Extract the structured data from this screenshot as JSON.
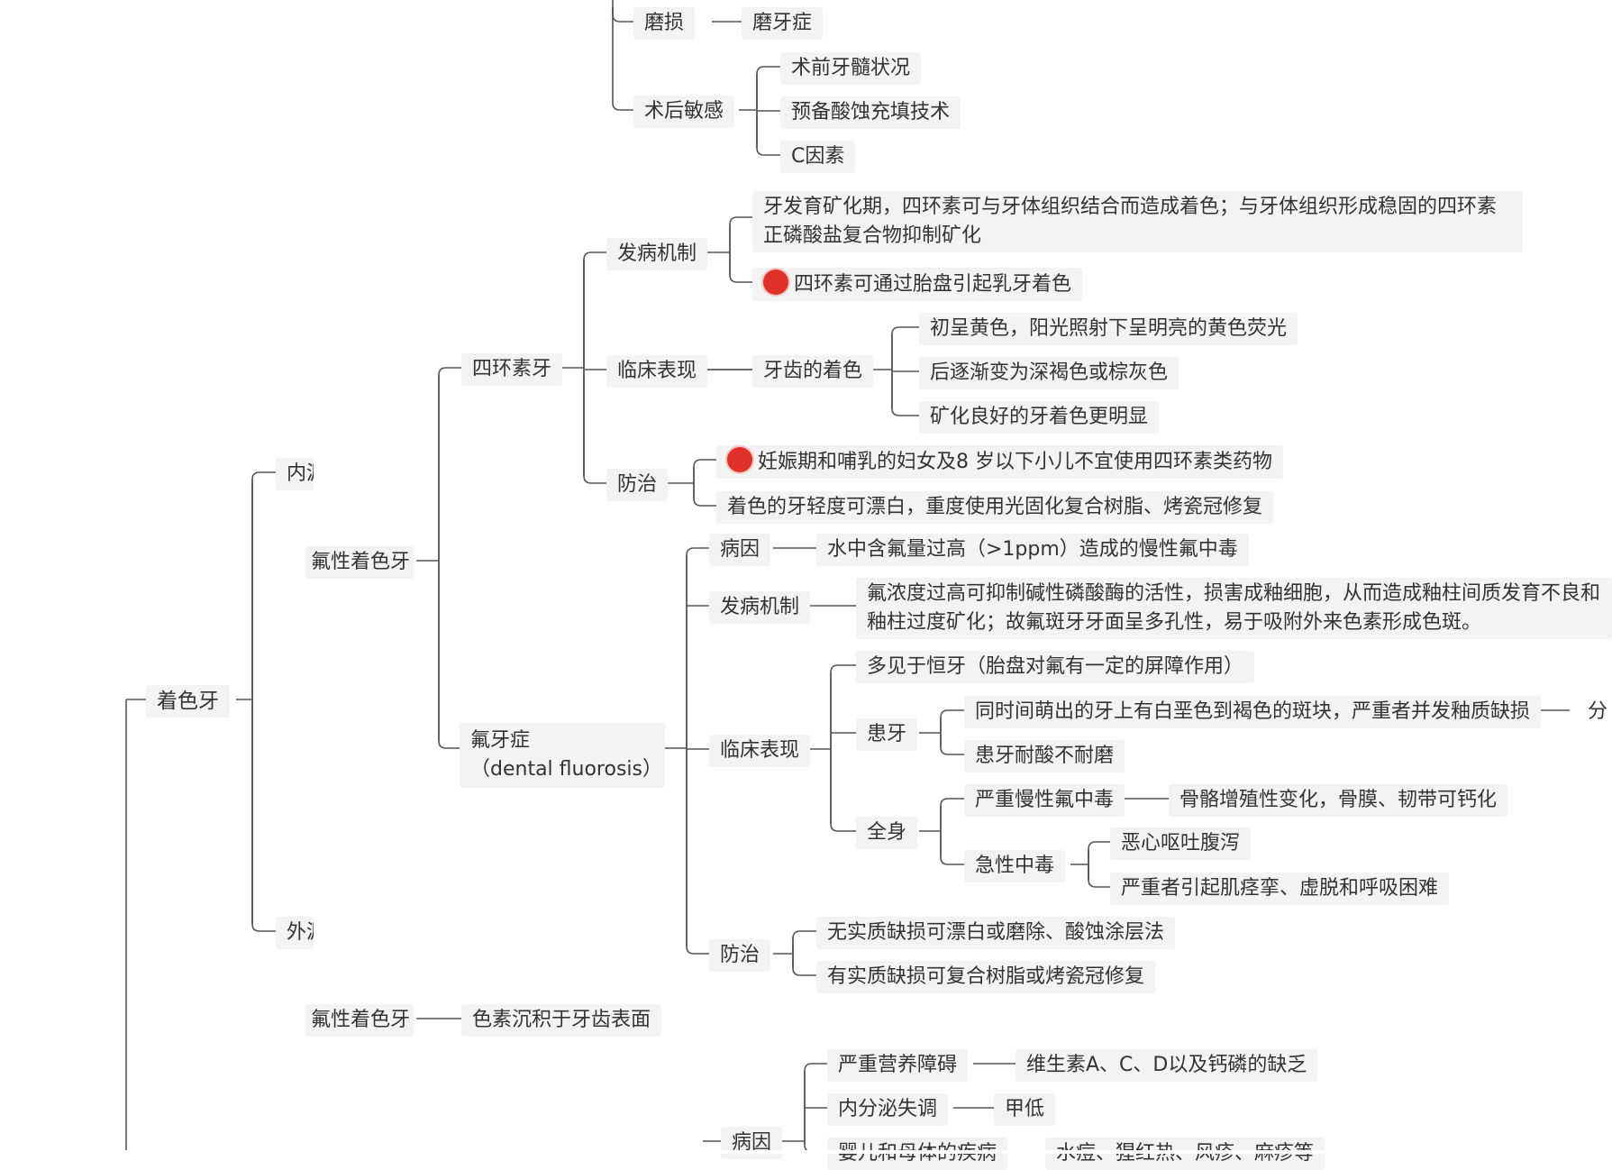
{
  "nodes": {
    "root": "着色牙",
    "nei": "内源",
    "wai": "外源",
    "nei_sub": "氟性着色牙",
    "wai_sub": "氟性着色牙",
    "wai_sub_leaf": "色素沉积于牙齿表面",
    "mosun": "磨损",
    "moyazheng": "磨牙症",
    "shuhou": "术后敏感",
    "shuqian": "术前牙髓状况",
    "yubei": "预备酸蚀充填技术",
    "cyinsu": "C因素",
    "sihuan": "四环素牙",
    "fabing1": "发病机制",
    "fabing1_text1": "牙发育矿化期，四环素可与牙体组织结合而造成着色；与牙体组织形成稳固的四环素正磷酸盐复合物抑制矿化",
    "fabing1_text2": "四环素可通过胎盘引起乳牙着色",
    "linchuang1": "临床表现",
    "yachi_zhuose": "牙齿的着色",
    "chucheng": "初呈黄色，阳光照射下呈明亮的黄色荧光",
    "houjian": "后逐渐变为深褐色或棕灰色",
    "kuanghua": "矿化良好的牙着色更明显",
    "fangzhi1": "防治",
    "fangzhi1_text1": "妊娠期和哺乳的妇女及8 岁以下小儿不宜使用四环素类药物",
    "fangzhi1_text2": "着色的牙轻度可漂白，重度使用光固化复合树脂、烤瓷冠修复",
    "fuyazheng_line1": "氟牙症",
    "fuyazheng_line2": "（dental fluorosis）",
    "bingyin2": "病因",
    "bingyin2_text": "水中含氟量过高（>1ppm）造成的慢性氟中毒",
    "fabing2": "发病机制",
    "fabing2_text": "氟浓度过高可抑制碱性磷酸酶的活性，损害成釉细胞，从而造成釉柱间质发育不良和釉柱过度矿化；故氟斑牙牙面呈多孔性，易于吸附外来色素形成色斑。",
    "linchuang2": "临床表现",
    "duojian": "多见于恒牙（胎盘对氟有一定的屏障作用）",
    "huanya": "患牙",
    "huanya_text1": "同时间萌出的牙上有白垩色到褐色的斑块，严重者并发釉质缺损",
    "huanya_text1_next": "分",
    "huanya_text2": "患牙耐酸不耐磨",
    "quanshen": "全身",
    "yanzhong": "严重慢性氟中毒",
    "yanzhong_text": "骨骼增殖性变化，骨膜、韧带可钙化",
    "jixing": "急性中毒",
    "exin": "恶心呕吐腹泻",
    "jiji_text": "严重者引起肌痉挛、虚脱和呼吸困难",
    "fangzhi2": "防治",
    "fangzhi2_text1": "无实质缺损可漂白或磨除、酸蚀涂层法",
    "fangzhi2_text2": "有实质缺损可复合树脂或烤瓷冠修复",
    "bingyin3": "病因",
    "yingyang": "严重营养障碍",
    "weisheng": "维生素A、C、D以及钙磷的缺乏",
    "neifenmi": "内分泌失调",
    "jiadi": "甲低",
    "yinger": "婴儿和母体的疾病",
    "yinger_text": "水痘、猩红热、风疹、麻疹等"
  },
  "colors": {
    "node_bg": "#f3f3f3",
    "edge": "#555555",
    "star": "#e0302a"
  },
  "icons": {
    "priority_star": "star-icon"
  }
}
